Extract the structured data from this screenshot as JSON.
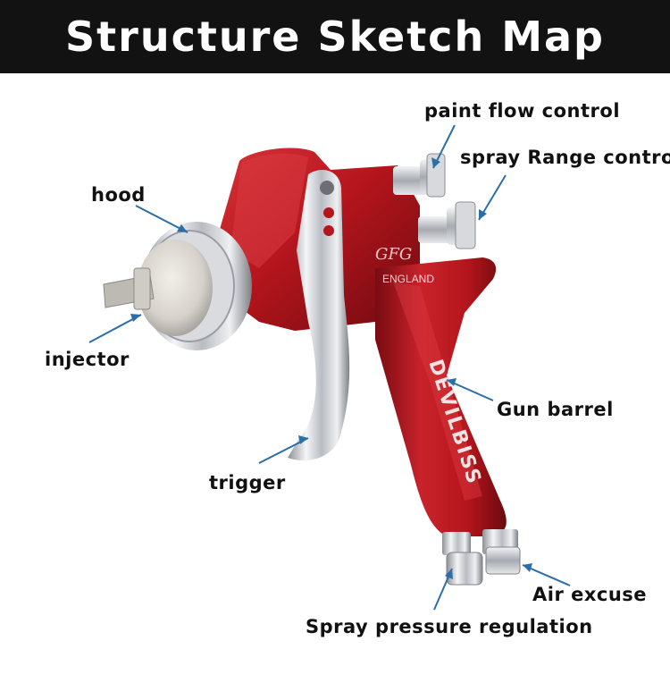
{
  "header": {
    "title": "Structure Sketch Map"
  },
  "gun": {
    "brand_model": "GFG",
    "brand_origin": "ENGLAND",
    "barrel_text": "DEVILBISS"
  },
  "labels": {
    "paint_flow_control": "paint flow control",
    "spray_range_control": "spray Range control",
    "hood": "hood",
    "injector": "injector",
    "gun_barrel": "Gun barrel",
    "trigger": "trigger",
    "air_excuse": "Air excuse",
    "spray_pressure_regulation": "Spray pressure regulation"
  },
  "colors": {
    "banner": "#121212",
    "body_red": "#b5151c",
    "leader_line": "#2c6fa8",
    "chrome": "#c9ccd1"
  }
}
